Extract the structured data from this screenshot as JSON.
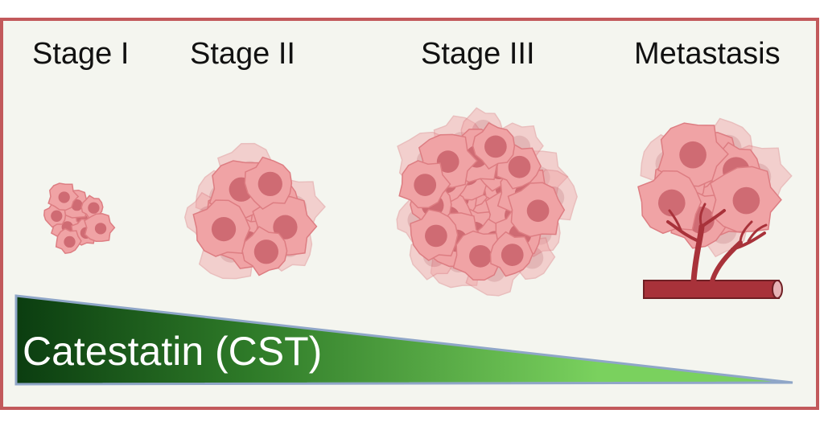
{
  "stages": [
    {
      "label": "Stage I",
      "cells": 9
    },
    {
      "label": "Stage II",
      "cells": 12
    },
    {
      "label": "Stage III",
      "cells": 26
    },
    {
      "label": "Metastasis",
      "cells": 10
    }
  ],
  "gradient": {
    "label": "Catestatin (CST)",
    "start_color": "#0b3d10",
    "end_color": "#7ad15e",
    "edge_color": "#8fa6c8"
  },
  "colors": {
    "border": "#c2595b",
    "background": "#f4f5ef",
    "cell_fill": "#f0a3a5",
    "cell_edge": "#dd7d82",
    "nucleus": "#c9626a",
    "vessel": "#a8323a"
  }
}
